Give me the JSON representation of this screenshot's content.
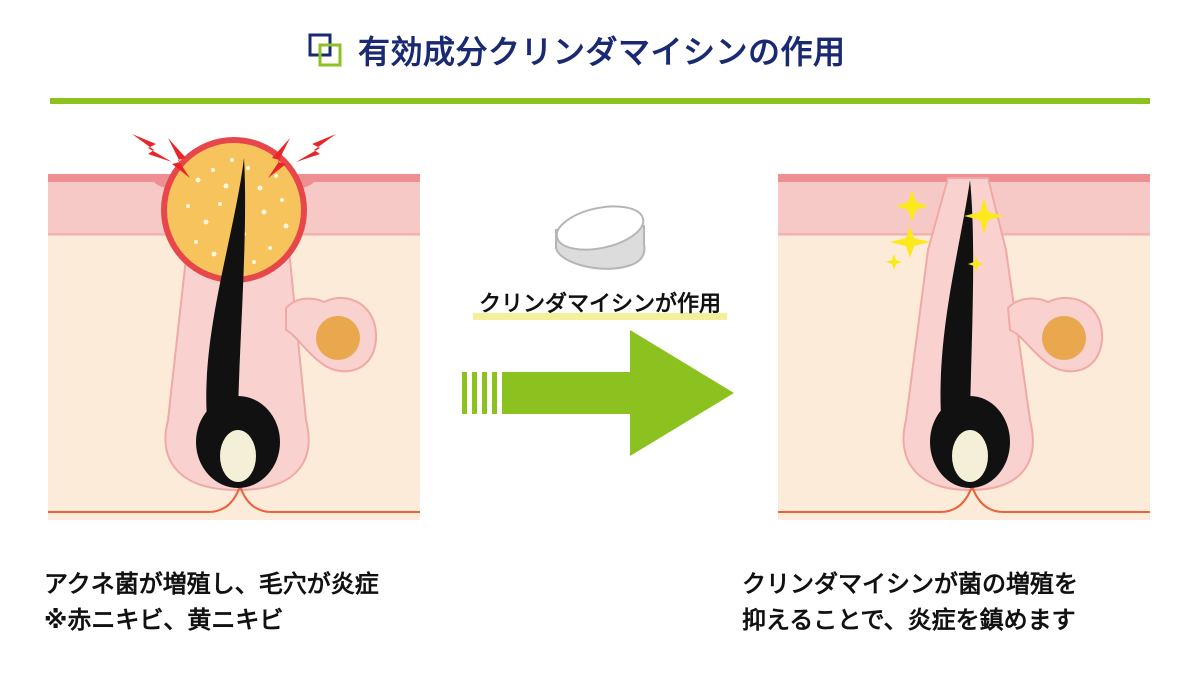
{
  "header": {
    "title": "有効成分クリンダマイシンの作用",
    "accent_color": "#8cc21f",
    "title_color": "#1a2a72",
    "icon": "overlapping-squares-icon"
  },
  "middle": {
    "label": "クリンダマイシンが作用",
    "tablet_icon": "tablet-icon",
    "arrow_icon": "right-arrow-icon",
    "arrow_color": "#8cc21f"
  },
  "left_panel": {
    "caption_line1": "アクネ菌が増殖し、毛穴が炎症",
    "caption_line2": "※赤ニキビ、黄ニキビ"
  },
  "right_panel": {
    "caption_line1": "クリンダマイシンが菌の増殖を",
    "caption_line2": "抑えることで、炎症を鎮めます"
  },
  "colors": {
    "skin_top": "#f7c9c6",
    "skin_surface": "#ee8f93",
    "dermis": "#fcebd8",
    "follicle": "#f9d2cf",
    "pimple": "#f6c35c",
    "pimple_border": "#e7464a",
    "sebaceous_gland": "#e9a74e",
    "hair": "#111111",
    "inflammation": "#e8262a",
    "sparkle": "#fbe91b",
    "nerve_line": "#e9623a"
  }
}
